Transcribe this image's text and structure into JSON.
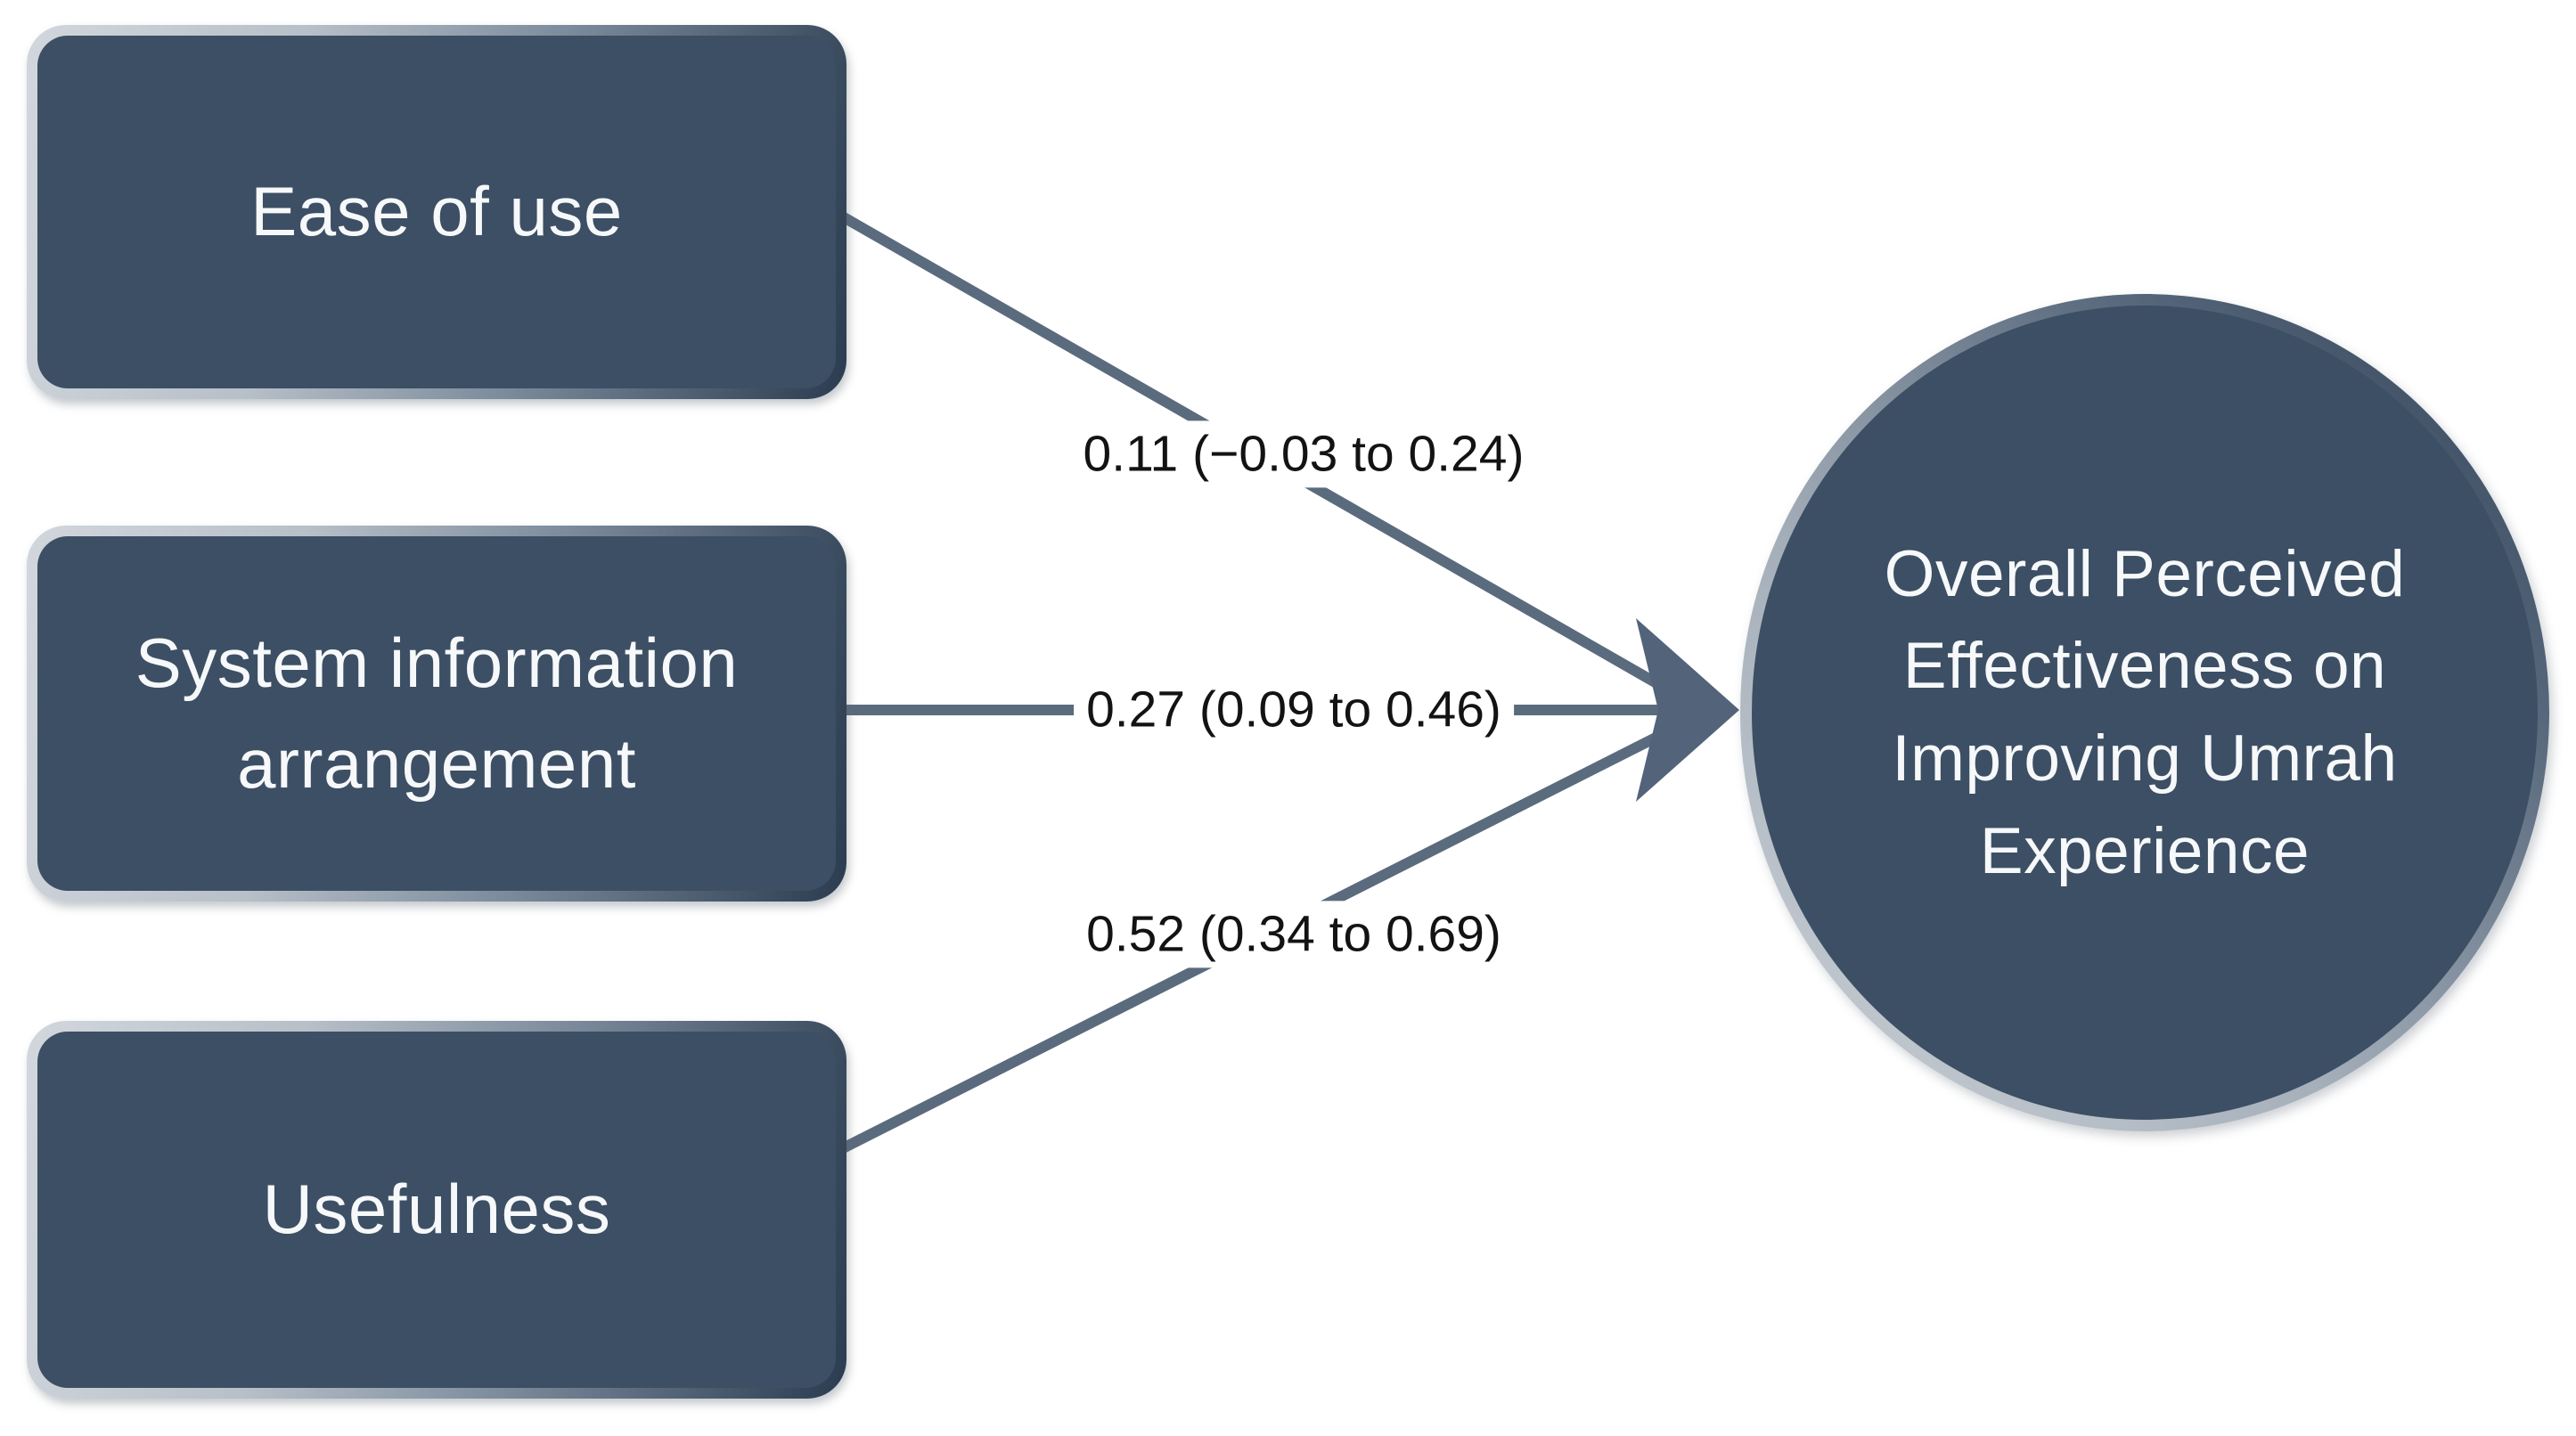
{
  "diagram": {
    "type": "path-model",
    "background": "#ffffff",
    "nodes": {
      "predictors": [
        {
          "id": "ease-of-use",
          "shape": "rounded-rectangle",
          "label": "Ease of use"
        },
        {
          "id": "system-information-arrangement",
          "shape": "rounded-rectangle",
          "label": "System information arrangement"
        },
        {
          "id": "usefulness",
          "shape": "rounded-rectangle",
          "label": "Usefulness"
        }
      ],
      "outcome": {
        "id": "overall-perceived-effectiveness",
        "shape": "circle",
        "label": "Overall Perceived Effectiveness on Improving Umrah Experience"
      }
    },
    "paths": [
      {
        "from": "Ease of use",
        "to": "Overall Perceived Effectiveness on Improving Umrah Experience",
        "label": "0.11 (−0.03 to 0.24)",
        "coefficient": 0.11,
        "ci_low": -0.03,
        "ci_high": 0.24
      },
      {
        "from": "System information arrangement",
        "to": "Overall Perceived Effectiveness on Improving Umrah Experience",
        "label": "0.27 (0.09 to 0.46)",
        "coefficient": 0.27,
        "ci_low": 0.09,
        "ci_high": 0.46
      },
      {
        "from": "Usefulness",
        "to": "Overall Perceived Effectiveness on Improving Umrah Experience",
        "label": "0.52 (0.34 to 0.69)",
        "coefficient": 0.52,
        "ci_low": 0.34,
        "ci_high": 0.69
      }
    ],
    "colors": {
      "node_fill": "#3c4f64",
      "node_text": "#f6f8fa",
      "node_border_light": "#d2d7dd",
      "node_border_dark": "#2c3c50",
      "edge": "#5b6b7e",
      "arrowhead": "#52637a",
      "path_label_text": "#131313",
      "path_label_background": "#ffffff"
    }
  }
}
